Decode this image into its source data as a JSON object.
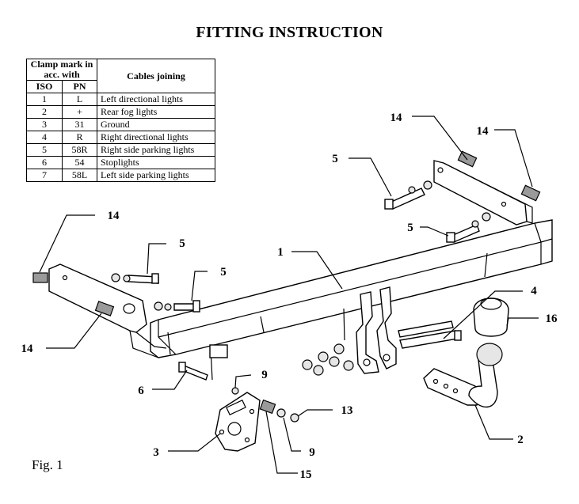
{
  "title": "FITTING INSTRUCTION",
  "table": {
    "header_clamp": "Clamp mark in acc. with",
    "header_cables": "Cables joining",
    "header_iso": "ISO",
    "header_pn": "PN",
    "rows": [
      {
        "iso": "1",
        "pn": "L",
        "cable": "Left directional lights"
      },
      {
        "iso": "2",
        "pn": "+",
        "cable": "Rear fog lights"
      },
      {
        "iso": "3",
        "pn": "31",
        "cable": "Ground"
      },
      {
        "iso": "4",
        "pn": "R",
        "cable": "Right directional lights"
      },
      {
        "iso": "5",
        "pn": "58R",
        "cable": "Right side parking lights"
      },
      {
        "iso": "6",
        "pn": "54",
        "cable": "Stoplights"
      },
      {
        "iso": "7",
        "pn": "58L",
        "cable": "Left side parking lights"
      }
    ]
  },
  "callouts": {
    "c14_top": "14",
    "c14_right": "14",
    "c5_top": "5",
    "c5_right": "5",
    "c14_left": "14",
    "c5_left_a": "5",
    "c5_left_b": "5",
    "c1": "1",
    "c4": "4",
    "c16": "16",
    "c14_bottom": "14",
    "c6": "6",
    "c9_a": "9",
    "c13": "13",
    "c3": "3",
    "c9_b": "9",
    "c15": "15",
    "c2": "2"
  },
  "fig_label": "Fig. 1"
}
